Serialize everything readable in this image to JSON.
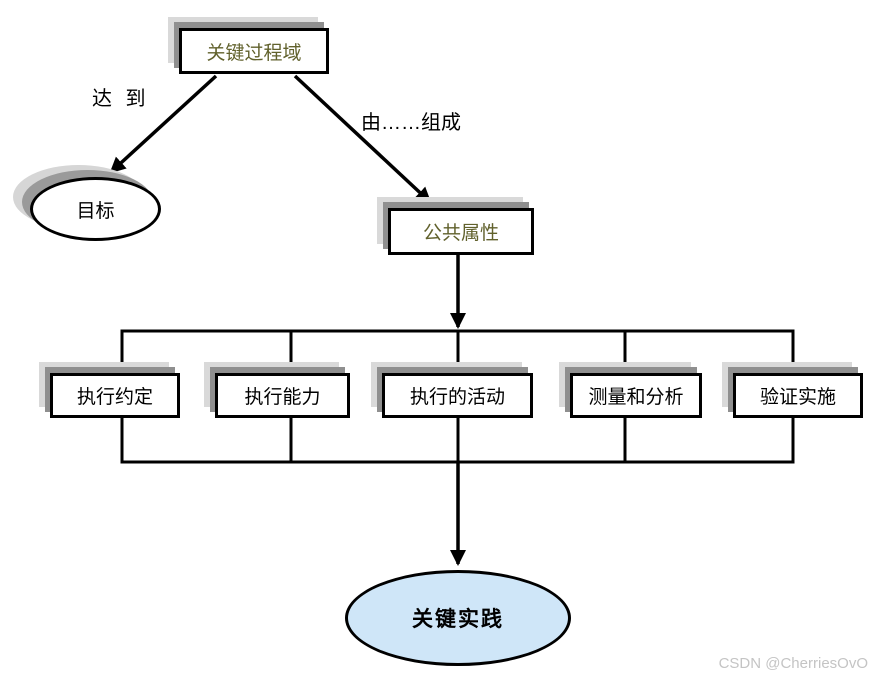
{
  "diagram": {
    "title_hint": "CMM key process area structure diagram",
    "nodes": {
      "kpa": {
        "label": "关键过程域",
        "shape": "rect",
        "text_color": "#61612c"
      },
      "goal": {
        "label": "目标",
        "shape": "ellipse",
        "text_color": "#000000"
      },
      "common": {
        "label": "公共属性",
        "shape": "rect",
        "text_color": "#61612c"
      },
      "commitment": {
        "label": "执行约定",
        "shape": "rect",
        "text_color": "#000000"
      },
      "ability": {
        "label": "执行能力",
        "shape": "rect",
        "text_color": "#000000"
      },
      "activities": {
        "label": "执行的活动",
        "shape": "rect",
        "text_color": "#000000"
      },
      "measurement": {
        "label": "测量和分析",
        "shape": "rect",
        "text_color": "#000000"
      },
      "verification": {
        "label": "验证实施",
        "shape": "rect",
        "text_color": "#000000"
      },
      "key_practice": {
        "label": "关键实践",
        "shape": "ellipse",
        "text_color": "#000000",
        "fill": "#cfe6f8"
      }
    },
    "edge_labels": {
      "achieve": "达 到",
      "composed_of": "由……组成"
    },
    "colors": {
      "background": "#ffffff",
      "node_border": "#000000",
      "connector": "#000000",
      "shadow_near": "#8f8f8f",
      "shadow_far": "#d9d9d9",
      "olive_text": "#61612c",
      "practice_fill": "#cfe6f8",
      "watermark_gray": "#c4c4c4"
    }
  },
  "watermark": {
    "text": "CSDN @CherriesOvO"
  }
}
